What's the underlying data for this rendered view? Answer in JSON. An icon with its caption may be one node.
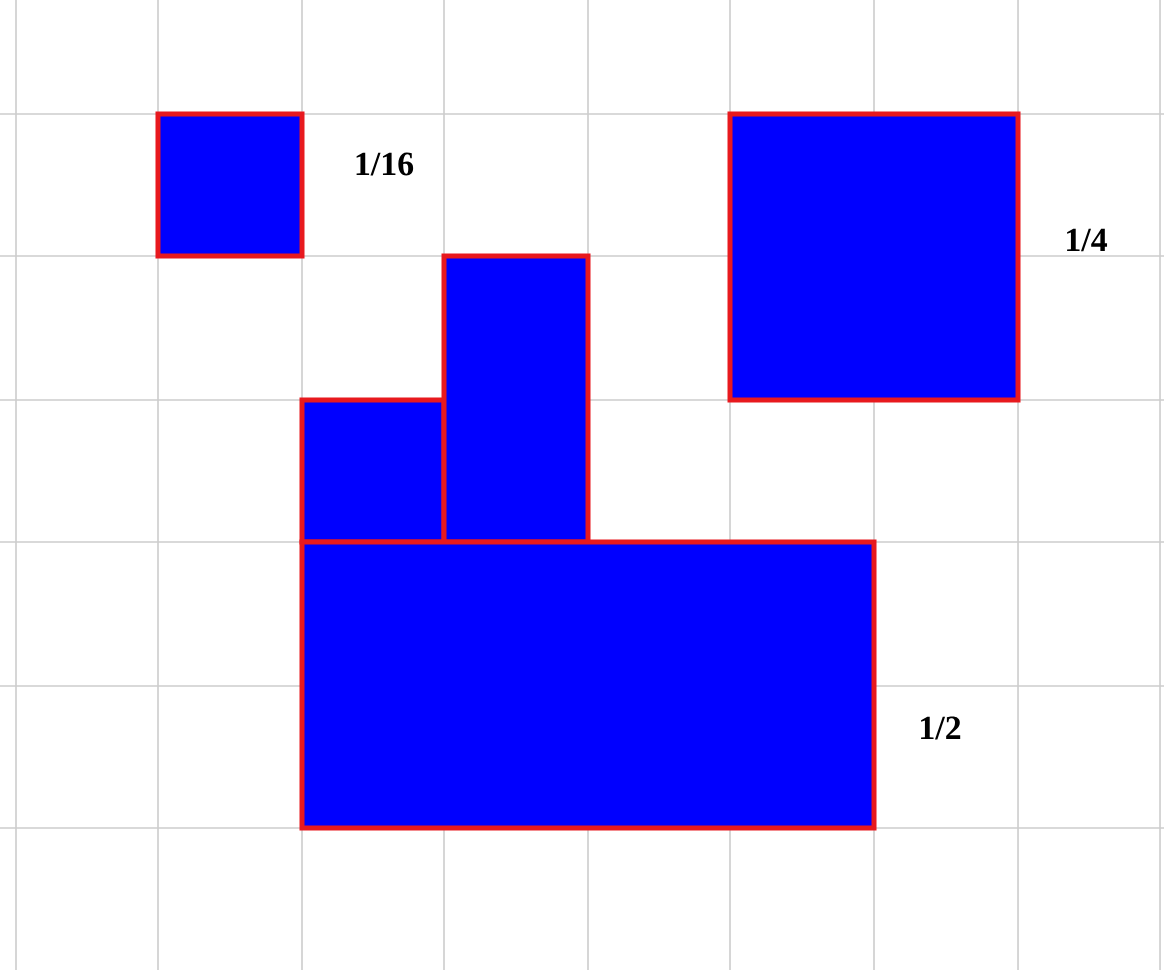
{
  "diagram": {
    "nodes": [
      {
        "text": [],
        "shape": "box",
        "beside": [
          "1/16"
        ]
      },
      {
        "text": [],
        "shape": "box",
        "beside": [
          "1/4"
        ]
      },
      {
        "text": [],
        "shape": "box"
      },
      {
        "text": [],
        "shape": "box"
      },
      {
        "text": [],
        "shape": "box",
        "beside": [
          "1/2"
        ]
      }
    ]
  }
}
